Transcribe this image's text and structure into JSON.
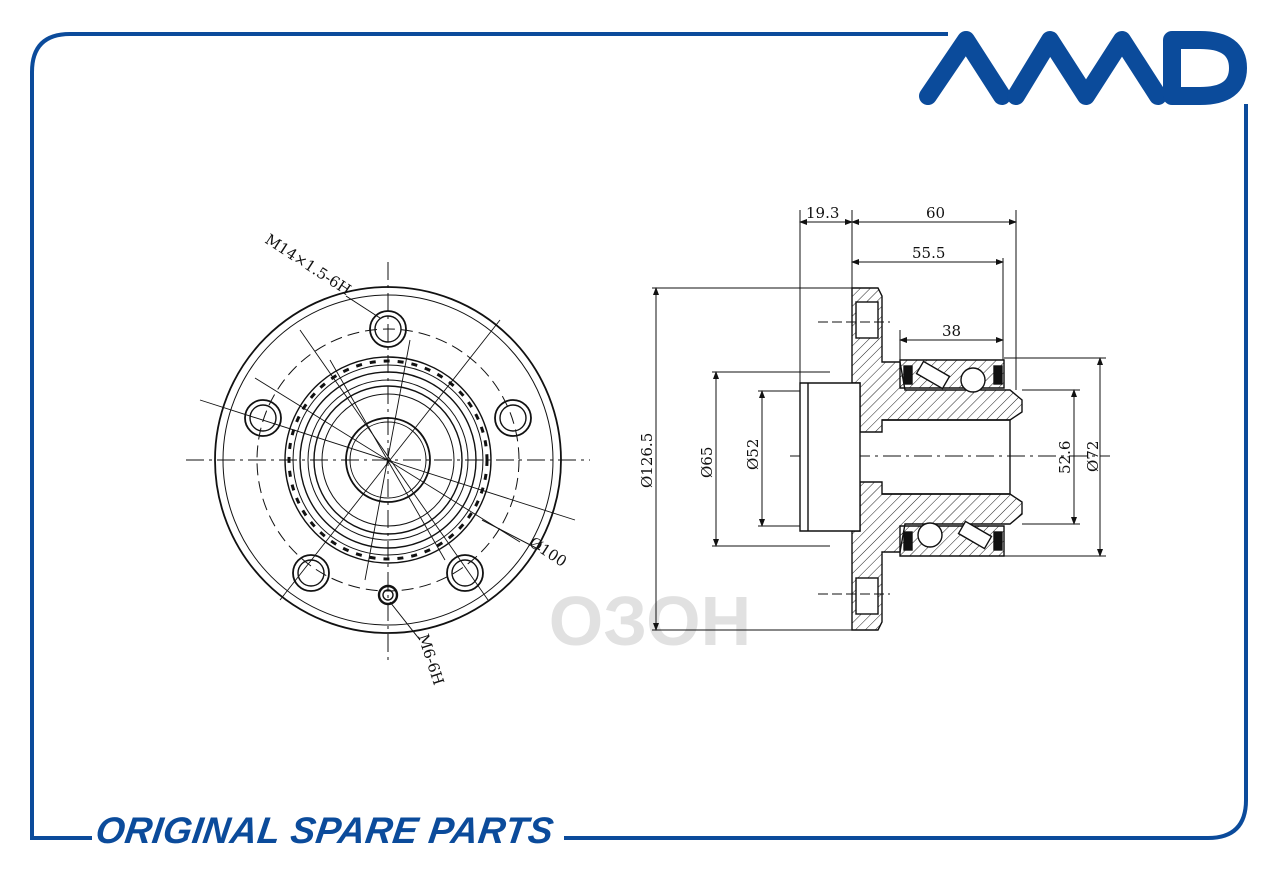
{
  "brand": {
    "logo_text": "AMD",
    "color": "#0b4b9b"
  },
  "footer": {
    "text": "ORIGINAL SPARE PARTS"
  },
  "watermark": {
    "text": "ОЗОН"
  },
  "front_view": {
    "bolt_thread": "M14×1.5-6H",
    "pcd": "Ø100",
    "screw_thread": "M6-6H"
  },
  "section_view": {
    "dim_19_3": "19.3",
    "dim_60": "60",
    "dim_55_5": "55.5",
    "dim_38": "38",
    "dia_126_5": "Ø126.5",
    "dia_65": "Ø65",
    "dia_52": "Ø52",
    "dim_52_6": "52.6",
    "dia_72": "Ø72"
  },
  "colors": {
    "frame": "#0b4b9b",
    "line": "#111111"
  }
}
